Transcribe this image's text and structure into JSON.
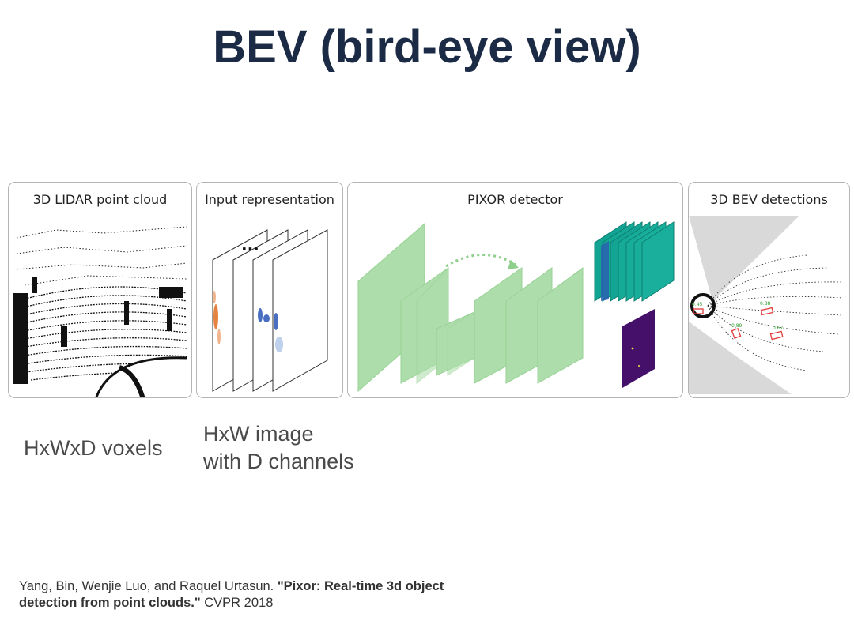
{
  "slide": {
    "title": "BEV (bird-eye view)"
  },
  "panels": [
    {
      "title": "3D LIDAR point cloud"
    },
    {
      "title": "Input representation"
    },
    {
      "title": "PIXOR detector"
    },
    {
      "title": "3D BEV detections"
    }
  ],
  "input_ellipsis": "...",
  "detection_scores": [
    "0.45",
    "0.88",
    "0.89",
    "0.67"
  ],
  "captions": {
    "voxels": "HxWxD voxels",
    "image_line1": "HxW image",
    "image_line2": "with D channels"
  },
  "reference": {
    "authors": "Yang, Bin, Wenjie Luo, and Raquel Urtasun. ",
    "paper_title": "\"Pixor: Real-time 3d object detection from point clouds.\"",
    "venue": " CVPR 2018"
  },
  "colors": {
    "title": "#1b2a45",
    "block_fill": "#a8dba5",
    "block_edge": "#8fcf8c",
    "teal": "#12a392",
    "purple": "#44106a"
  }
}
